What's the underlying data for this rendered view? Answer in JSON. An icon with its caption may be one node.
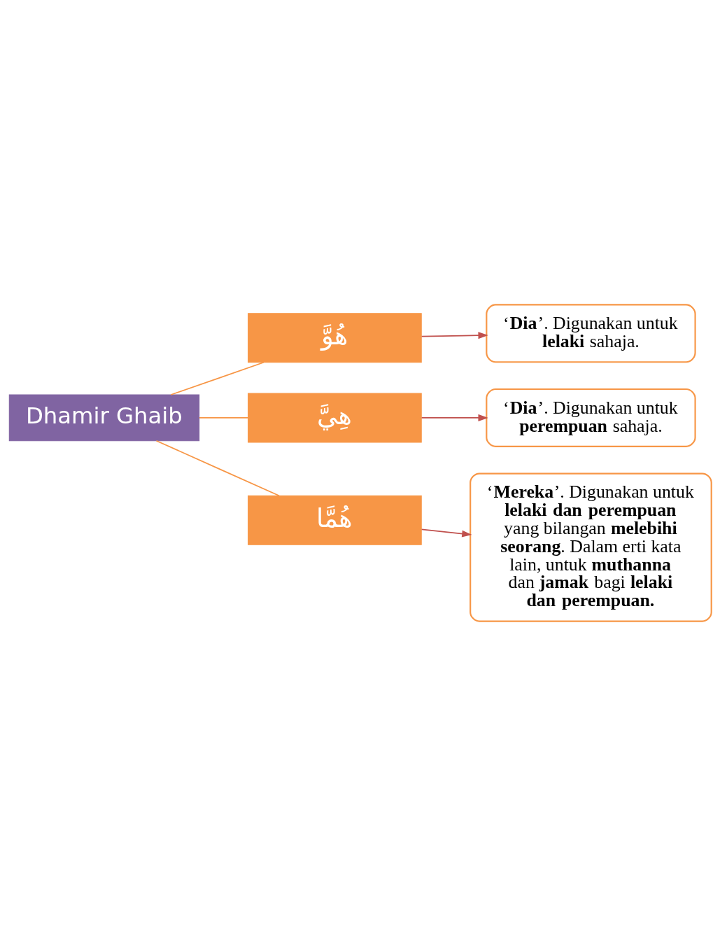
{
  "diagram": {
    "nodes": [
      {
        "text": [
          "Dhamir Ghaib"
        ]
      },
      {
        "text": [
          "هُوَّ"
        ]
      },
      {
        "text": [
          "هِيَّ"
        ]
      },
      {
        "text": [
          "هُمَّا"
        ]
      },
      {
        "text": [
          "‘**Dia**’. Digunakan untuk **lelaki** sahaja."
        ]
      },
      {
        "text": [
          "‘**Dia**’. Digunakan untuk **perempuan** sahaja."
        ]
      },
      {
        "text": [
          "‘**Mereka**’. Digunakan untuk **lelaki dan perempuan** yang bilangan **melebihi seorang**. Dalam erti kata lain, untuk **muthanna** dan **jamak** bagi **lelaki dan perempuan.**"
        ]
      }
    ],
    "edges": [
      {
        "from": 0,
        "to": 1,
        "arrow": "none",
        "color": "#f79646"
      },
      {
        "from": 0,
        "to": 2,
        "arrow": "none",
        "color": "#f79646"
      },
      {
        "from": 0,
        "to": 3,
        "arrow": "none",
        "color": "#f79646"
      },
      {
        "from": 1,
        "to": 4,
        "arrow": "to",
        "color": "#c0504d"
      },
      {
        "from": 2,
        "to": 5,
        "arrow": "to",
        "color": "#c0504d"
      },
      {
        "from": 3,
        "to": 6,
        "arrow": "to",
        "color": "#c0504d"
      }
    ]
  }
}
